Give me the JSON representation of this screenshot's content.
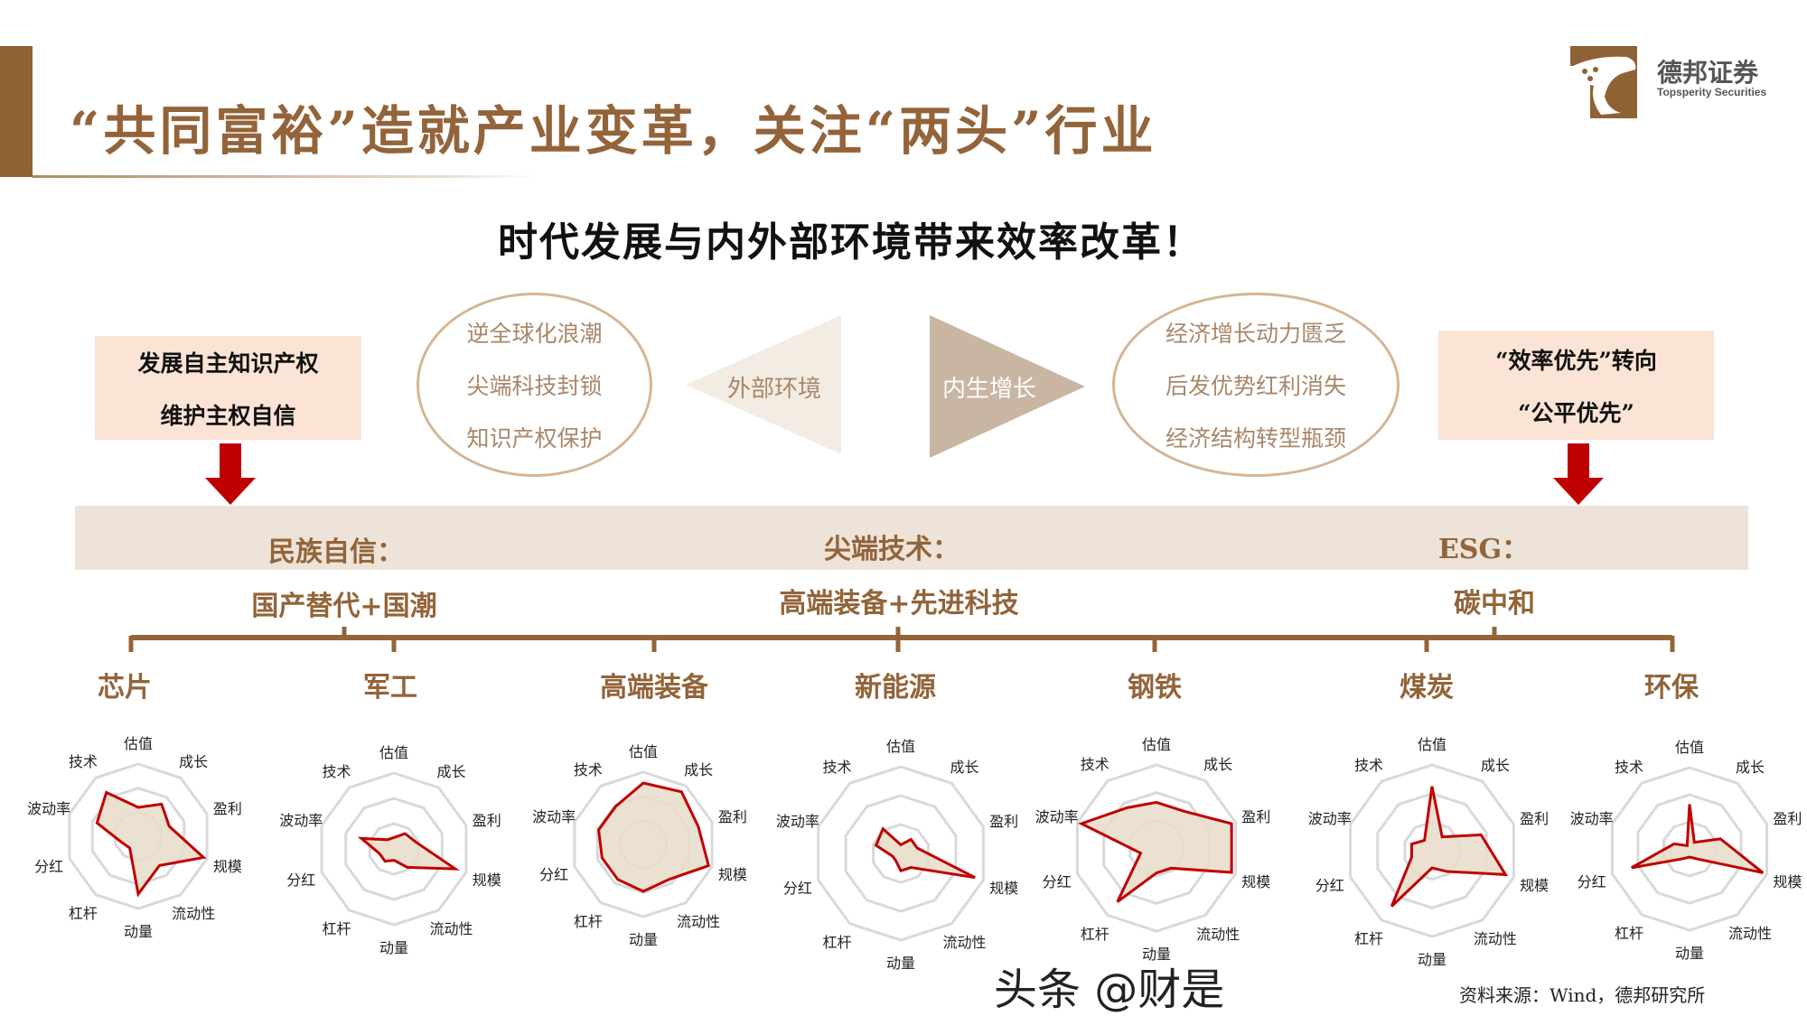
{
  "header": {
    "title": "“共同富裕”造就产业变革，关注“两头”行业",
    "logo": {
      "name_cn": "德邦证券",
      "name_en": "Topsperity Securities",
      "icon": "leopard-logo-icon",
      "color": "#8f6235"
    }
  },
  "subtitle": "时代发展与内外部环境带来效率改革！",
  "left_box": {
    "lines": [
      "发展自主知识产权",
      "维护主权自信"
    ]
  },
  "right_box": {
    "lines": [
      "“效率优先”转向",
      "“公平优先”"
    ]
  },
  "external": {
    "items": [
      "逆全球化浪潮",
      "尖端科技封锁",
      "知识产权保护"
    ],
    "label": "外部环境"
  },
  "internal": {
    "label": "内生增长",
    "items": [
      "经济增长动力匮乏",
      "后发优势红利消失",
      "经济结构转型瓶颈"
    ]
  },
  "themes": [
    {
      "title": "民族自信：",
      "detail": "国产替代+国潮"
    },
    {
      "title": "尖端技术：",
      "detail": "高端装备+先进科技"
    },
    {
      "title": "ESG：",
      "detail": "碳中和"
    }
  ],
  "industries": [
    "芯片",
    "军工",
    "高端装备",
    "新能源",
    "钢铁",
    "煤炭",
    "环保"
  ],
  "colors": {
    "brown": "#93643a",
    "red_arrow": "#c00000",
    "radar_line": "#c00000",
    "radar_fill": "#e8dcc8",
    "band": "#ede3d8",
    "box": "#fbe4d5"
  },
  "chart_data": [
    {
      "type": "radar",
      "axes": [
        "估值",
        "成长",
        "盈利",
        "规模",
        "流动性",
        "动量",
        "杠杆",
        "分红",
        "波动率",
        "技术"
      ],
      "range": [
        0,
        1
      ],
      "values": [
        0.4,
        0.55,
        0.45,
        0.95,
        0.5,
        0.8,
        0.2,
        0.25,
        0.6,
        0.75
      ]
    },
    {
      "type": "radar",
      "axes": [
        "估值",
        "成长",
        "盈利",
        "规模",
        "流动性",
        "动量",
        "杠杆",
        "分红",
        "波动率",
        "技术"
      ],
      "range": [
        0,
        1
      ],
      "values": [
        0.15,
        0.25,
        0.3,
        0.85,
        0.3,
        0.15,
        0.2,
        0.2,
        0.45,
        0.15
      ]
    },
    {
      "type": "radar",
      "axes": [
        "估值",
        "成长",
        "盈利",
        "规模",
        "流动性",
        "动量",
        "杠杆",
        "分红",
        "波动率",
        "技术"
      ],
      "range": [
        0,
        1
      ],
      "values": [
        0.85,
        0.9,
        0.8,
        0.95,
        0.6,
        0.65,
        0.6,
        0.6,
        0.65,
        0.65
      ]
    },
    {
      "type": "radar",
      "axes": [
        "估值",
        "成长",
        "盈利",
        "规模",
        "流动性",
        "动量",
        "杠杆",
        "分红",
        "波动率",
        "技术"
      ],
      "range": [
        0,
        1
      ],
      "values": [
        0.1,
        0.2,
        0.2,
        0.9,
        0.2,
        0.2,
        0.1,
        0.1,
        0.3,
        0.35
      ]
    },
    {
      "type": "radar",
      "axes": [
        "估值",
        "成长",
        "盈利",
        "规模",
        "流动性",
        "动量",
        "杠杆",
        "分红",
        "波动率",
        "技术"
      ],
      "range": [
        0,
        1
      ],
      "values": [
        0.55,
        0.55,
        0.95,
        0.95,
        0.3,
        0.3,
        0.8,
        0.2,
        0.95,
        0.6
      ]
    },
    {
      "type": "radar",
      "axes": [
        "估值",
        "成长",
        "盈利",
        "规模",
        "流动性",
        "动量",
        "杠杆",
        "分红",
        "波动率",
        "技术"
      ],
      "range": [
        0,
        1
      ],
      "values": [
        0.75,
        0.2,
        0.6,
        0.9,
        0.3,
        0.2,
        0.8,
        0.25,
        0.25,
        0.15
      ]
    },
    {
      "type": "radar",
      "axes": [
        "估值",
        "成长",
        "盈利",
        "规模",
        "流动性",
        "动量",
        "杠杆",
        "分红",
        "波动率",
        "技术"
      ],
      "range": [
        0,
        1
      ],
      "values": [
        0.55,
        0.1,
        0.4,
        0.95,
        0.15,
        0.1,
        0.15,
        0.75,
        0.2,
        0.05
      ]
    }
  ],
  "source": "资料来源：Wind，德邦研究所",
  "watermark": "头条 @财是"
}
